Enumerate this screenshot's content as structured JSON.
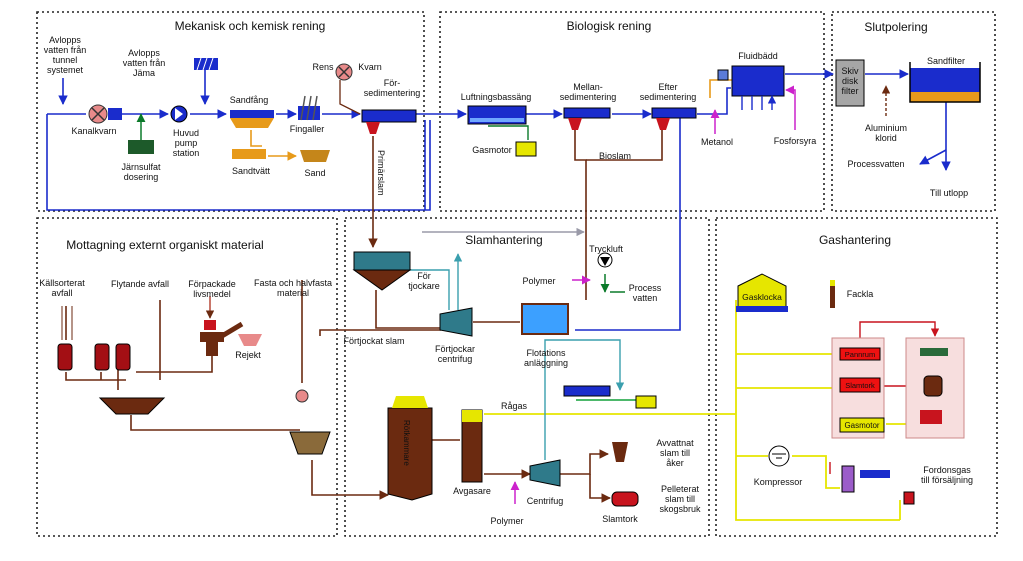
{
  "sections": {
    "mek": "Mekanisk och kemisk rening",
    "bio": "Biologisk rening",
    "slut": "Slutpolering",
    "mott": "Mottagning externt organiskt material",
    "slam": "Slamhantering",
    "gas": "Gashantering"
  },
  "labels": {
    "avlopp_tunnel": [
      "Avlopps",
      "vatten från",
      "tunnel",
      "systemet"
    ],
    "avlopp_jama": [
      "Avlopps",
      "vatten från",
      "Jäma"
    ],
    "kanalkvarn": "Kanalkvarn",
    "jarnsulfat": [
      "Järnsulfat",
      "dosering"
    ],
    "huvudpump": [
      "Huvud",
      "pump",
      "station"
    ],
    "sandfang": "Sandfång",
    "sandtvatt": "Sandtvätt",
    "sand": "Sand",
    "rens": "Rens",
    "kvarn": "Kvarn",
    "fingaller": "Fingaller",
    "forsed": [
      "För-",
      "sedimentering"
    ],
    "primarslam": "Primärslam",
    "luftning": "Luftningsbassäng",
    "mellansed": [
      "Mellan-",
      "sedimentering"
    ],
    "eftersed": [
      "Efter",
      "sedimentering"
    ],
    "fluidbadd": "Fluidbädd",
    "gasmotor_bio": "Gasmotor",
    "bioslam": "Bioslam",
    "metanol": "Metanol",
    "fosforsyra": "Fosforsyra",
    "skivdisk": [
      "Skiv",
      "disk",
      "filter"
    ],
    "sandfilter": "Sandfilter",
    "aluminium": [
      "Aluminium",
      "klorid"
    ],
    "processvatten_ut": "Processvatten",
    "till_utlopp": "Till utlopp",
    "kallsorterat": [
      "Källsorterat",
      "avfall"
    ],
    "flytande": "Flytande avfall",
    "forpackade": [
      "Förpackade",
      "livsmedel"
    ],
    "rejekt": "Rejekt",
    "fasta": [
      "Fasta och halvfasta",
      "material"
    ],
    "for_tjockare": [
      "För",
      "tjockare"
    ],
    "fortjockat": "Förtjockat slam",
    "fortjockar_centrifug": [
      "Förtjockar",
      "centrifug"
    ],
    "polymer_top": "Polymer",
    "tryckluft": "Tryckluft",
    "process_vatten": [
      "Process",
      "vatten"
    ],
    "flotation": [
      "Flotations",
      "anläggning"
    ],
    "ragas": "Rågas",
    "rotkammare": "Rötkammare",
    "avgasare": "Avgasare",
    "centrifug": "Centrifug",
    "polymer_bottom": "Polymer",
    "avvattnat": [
      "Avvattnat",
      "slam till",
      "åker"
    ],
    "pelleterat": [
      "Pelleterat",
      "slam till",
      "skogsbruk"
    ],
    "slamtork_label": "Slamtork",
    "gasklocka": "Gasklocka",
    "fackla": "Fackla",
    "pannrum": "Pannrum",
    "slamtork_gas": "Slamtork",
    "gasmotor_gas": "Gasmotor",
    "kompressor": "Kompressor",
    "fordonsgas": [
      "Fordonsgas",
      "till försäljning"
    ]
  }
}
